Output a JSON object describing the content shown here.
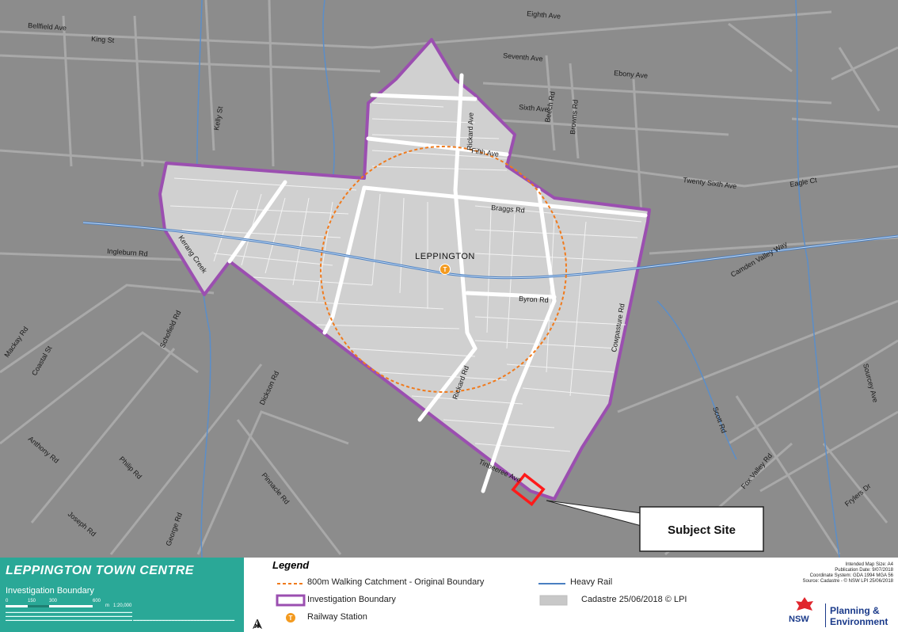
{
  "title_block": {
    "title": "LEPPINGTON TOWN CENTRE",
    "subtitle": "Investigation Boundary",
    "scale_labels": [
      "0",
      "150",
      "300",
      "600"
    ],
    "scale_unit": "m",
    "scale_ratio": "1:20,000",
    "bg_color": "#2aa897"
  },
  "legend": {
    "title": "Legend",
    "items": [
      {
        "label": "800m Walking Catchment - Original Boundary",
        "symbol": "orange-dashed-line",
        "color": "#f07a1c"
      },
      {
        "label": "Heavy Rail",
        "symbol": "blue-line",
        "color": "#4a7fc1"
      },
      {
        "label": "Investigation Boundary",
        "symbol": "purple-outline",
        "color": "#9b4fb0"
      },
      {
        "label": "Cadastre 25/06/2018 © LPI",
        "symbol": "grey-fill",
        "color": "#c8c8c8"
      },
      {
        "label": "Railway Station",
        "symbol": "station-icon",
        "color": "#f39a1f"
      }
    ]
  },
  "north_arrow": {
    "label": "N"
  },
  "map_info": {
    "lines": [
      "Intended Map Size: A4",
      "Publication Date: 9/07/2018",
      "Coordinate System: GDA 1994 MGA 56",
      "Source: Cadastre - © NSW LPI 25/06/2018"
    ]
  },
  "logo": {
    "nsw": "NSW",
    "line1": "Planning &",
    "line2": "Environment"
  },
  "map": {
    "place_label": "LEPPINGTON",
    "callout_label": "Subject Site",
    "streets": [
      "Eighth Ave",
      "Bellfield Ave",
      "King St",
      "Seventh Ave",
      "Sixth Ave",
      "Ebony Ave",
      "Kelly St",
      "Browns Rd",
      "Fifth Ave",
      "Rickard Ave",
      "Beech Rd",
      "Braggs Rd",
      "Twenty Sixth Ave",
      "Eagle Ct",
      "Ingleburn Rd",
      "Kerang Creek",
      "Byron Rd",
      "Camden Valley Way",
      "Cowpasture Rd",
      "Rickard Rd",
      "Dickson Rd",
      "Schofield Rd",
      "Mackay Rd",
      "Coastal St",
      "Anthony Rd",
      "Philip Rd",
      "Pinnacle Rd",
      "Joseph Rd",
      "Fox Valley Rd",
      "Scott Rd",
      "George Rd",
      "Sourcey Ave",
      "Frylers Dr",
      "Tinbeeree Ave"
    ]
  }
}
